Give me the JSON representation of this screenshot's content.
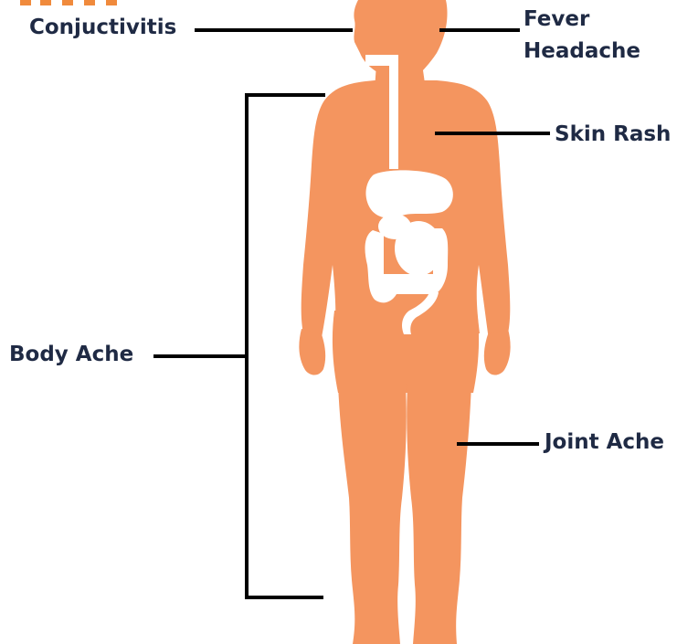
{
  "labels": {
    "conjunctivitis": "Conjuctivitis",
    "fever": "Fever",
    "headache": "Headache",
    "skin_rash": "Skin Rash",
    "body_ache": "Body Ache",
    "joint_ache": "Joint Ache"
  },
  "colors": {
    "body": "#f4955f",
    "organs": "#ffffff",
    "lines": "#000000",
    "label_text": "#1f2a44",
    "top_accent": "#f08a3c"
  },
  "icons": {
    "figure": "human-body-silhouette-icon",
    "organs": "digestive-system-icon"
  }
}
